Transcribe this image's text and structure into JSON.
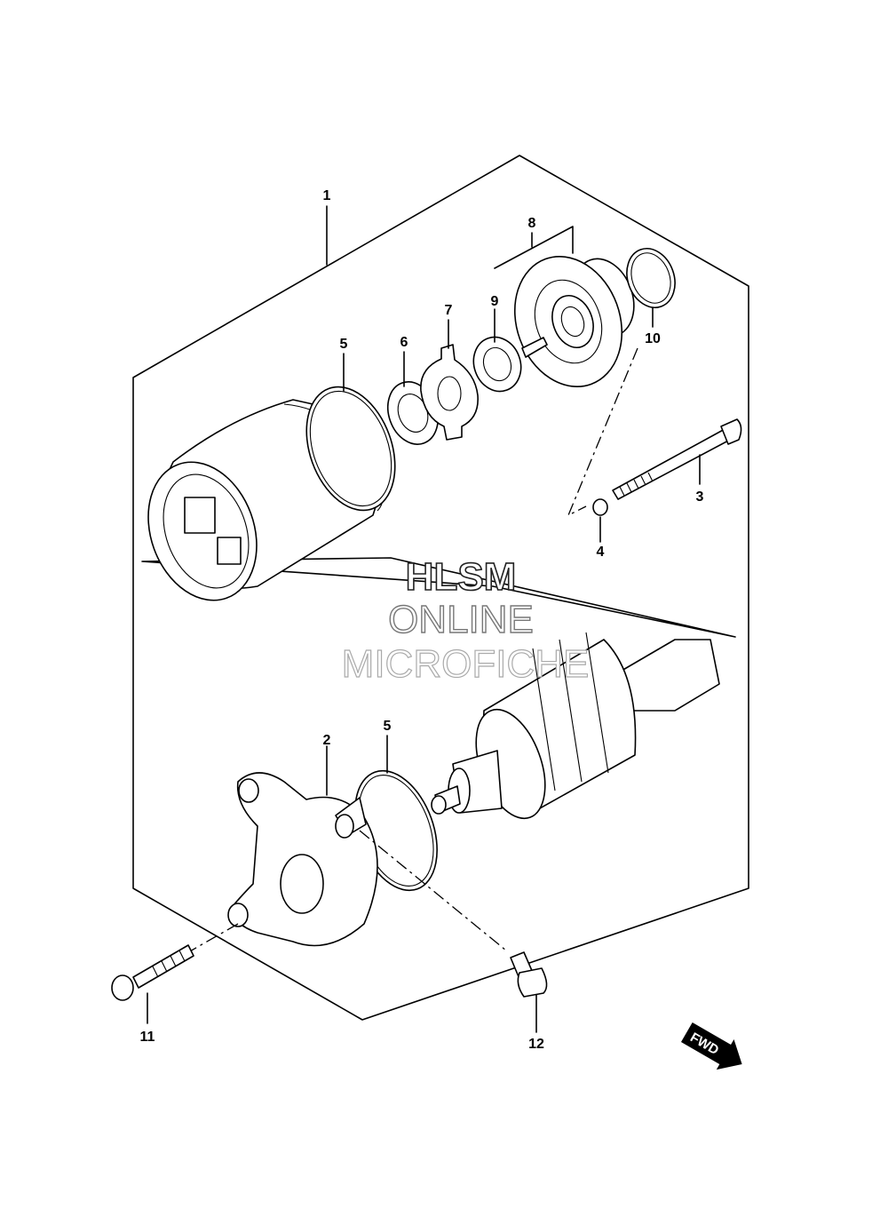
{
  "diagram": {
    "part_labels": [
      {
        "id": "1",
        "text": "1"
      },
      {
        "id": "2",
        "text": "2"
      },
      {
        "id": "3",
        "text": "3"
      },
      {
        "id": "4",
        "text": "4"
      },
      {
        "id": "5a",
        "text": "5"
      },
      {
        "id": "5b",
        "text": "5"
      },
      {
        "id": "6",
        "text": "6"
      },
      {
        "id": "7",
        "text": "7"
      },
      {
        "id": "8",
        "text": "8"
      },
      {
        "id": "9",
        "text": "9"
      },
      {
        "id": "10",
        "text": "10"
      },
      {
        "id": "11",
        "text": "11"
      },
      {
        "id": "12",
        "text": "12"
      }
    ],
    "watermark": {
      "line1": "HLSM",
      "line2": "ONLINE",
      "line3": "MICROFICHE"
    },
    "direction_badge": "FWD"
  }
}
